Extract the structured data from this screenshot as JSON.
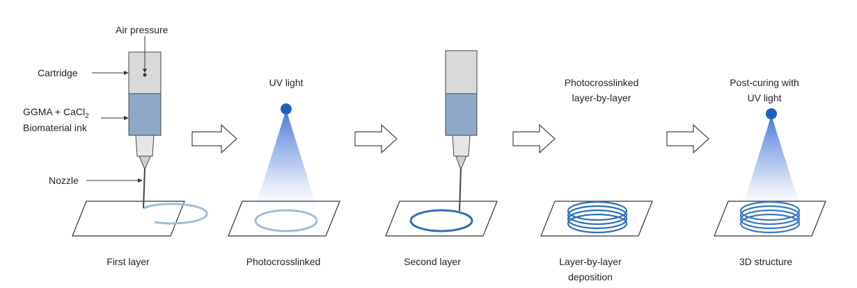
{
  "labels": {
    "air_pressure": "Air pressure",
    "cartridge": "Cartridge",
    "ink_line1_main": "GGMA + CaCl",
    "ink_line1_sub": "2",
    "ink_line2": "Biomaterial ink",
    "nozzle": "Nozzle",
    "uv_light": "UV light",
    "photo_ll_line1": "Photocrosslinked",
    "photo_ll_line2": "layer-by-layer",
    "postcure_line1": "Post-curing with",
    "postcure_line2": "UV light"
  },
  "steps": [
    {
      "caption": "First layer",
      "caption2": ""
    },
    {
      "caption": "Photocrosslinked",
      "caption2": ""
    },
    {
      "caption": "Second layer",
      "caption2": ""
    },
    {
      "caption": "Layer-by-layer",
      "caption2": "deposition"
    },
    {
      "caption": "3D structure",
      "caption2": ""
    }
  ],
  "colors": {
    "cartridge_gray": "#d9d9d9",
    "ink_blue": "#8ea9c8",
    "uv_blue": "#1f5fbf",
    "ring_light": "#9fbcd8",
    "ring_dark": "#2e6fb7",
    "outline": "#333333"
  }
}
